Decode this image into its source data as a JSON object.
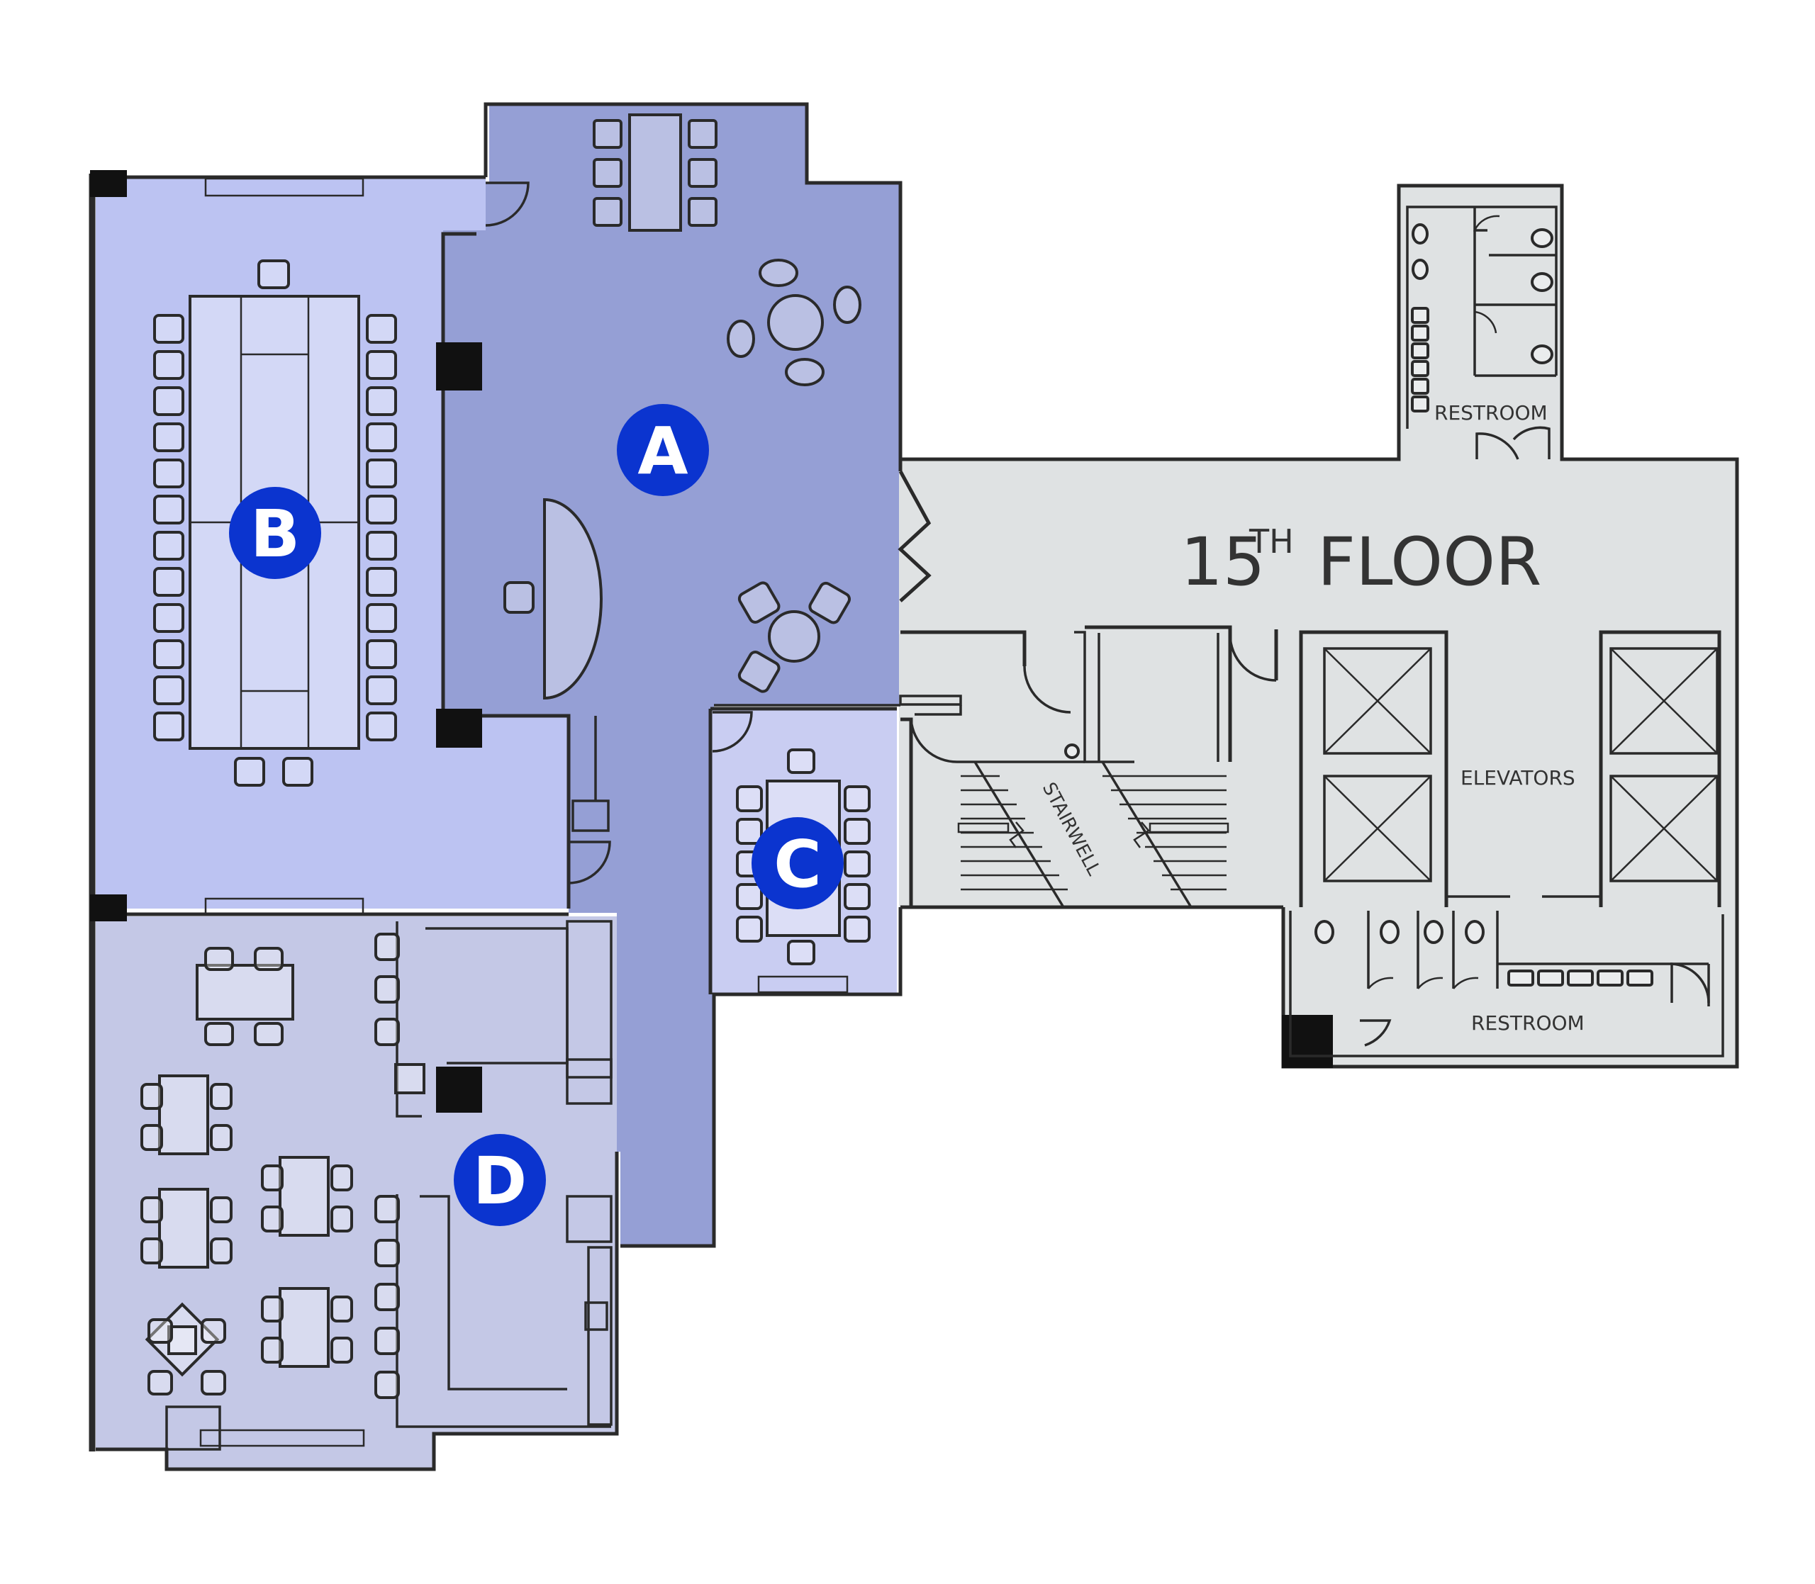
{
  "colors": {
    "suite_a": "#959fd5",
    "suite_b": "#bcc3f2",
    "suite_c": "#c9cdf2",
    "suite_d": "#c4c8e6",
    "core": "#dfe2e3",
    "badge": "#0b34cf",
    "wall": "#2a2a2a"
  },
  "floor": {
    "number": "15",
    "suffix": "TH",
    "word": "FLOOR"
  },
  "labels": {
    "restroom_top": "RESTROOM",
    "restroom_bottom": "RESTROOM",
    "elevators": "ELEVATORS",
    "stairwell": "STAIRWELL"
  },
  "badges": [
    {
      "id": "a",
      "letter": "A"
    },
    {
      "id": "b",
      "letter": "B"
    },
    {
      "id": "c",
      "letter": "C"
    },
    {
      "id": "d",
      "letter": "D"
    }
  ]
}
